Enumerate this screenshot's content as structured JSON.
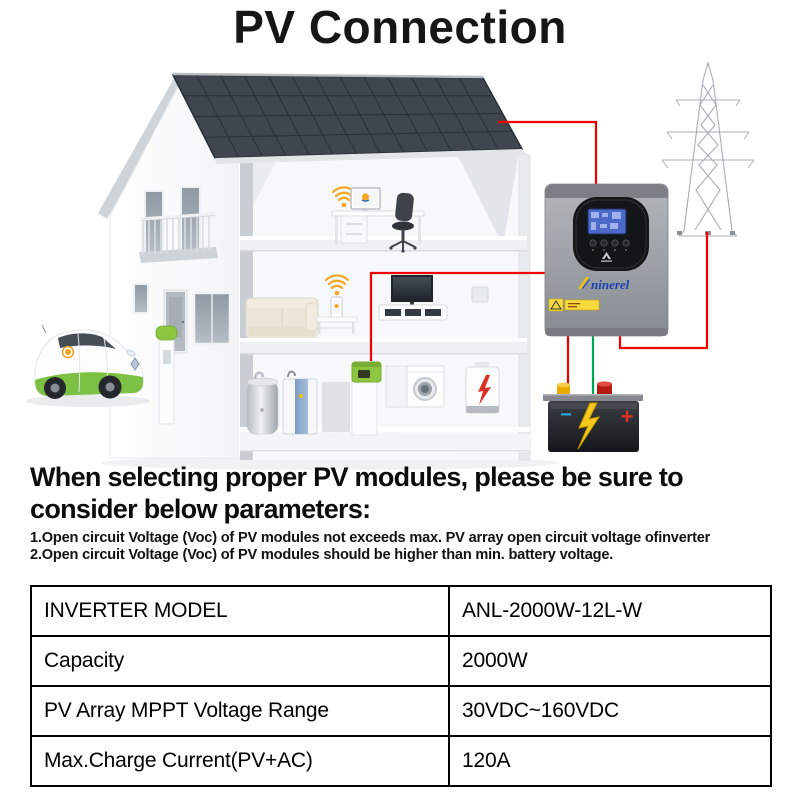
{
  "page": {
    "title": "PV Connection"
  },
  "advisory": {
    "heading": "When selecting proper PV modules, please be sure to\nconsider below parameters:",
    "notes": [
      "1.Open circuit Voltage (Voc) of PV modules not exceeds max. PV array open circuit voltage ofinverter",
      "2.Open circuit Voltage (Voc) of PV modules should be higher than min. battery voltage."
    ]
  },
  "spec_table": {
    "rows": [
      {
        "label": "INVERTER MODEL",
        "value": "ANL-2000W-12L-W"
      },
      {
        "label": "Capacity",
        "value": "2000W"
      },
      {
        "label": "PV Array MPPT Voltage Range",
        "value": "30VDC~160VDC"
      },
      {
        "label": "Max.Charge Current(PV+AC)",
        "value": "120A"
      }
    ]
  },
  "diagram": {
    "inverter": {
      "brand_text": "ninerel",
      "brand_icon": "lightning-A-logo"
    },
    "battery": {
      "plus": "+",
      "minus": "−"
    },
    "colors": {
      "wire_red": "#f20000",
      "wire_green": "#00a651",
      "roof_panel": "#3f464e",
      "eco_green": "#8dc63f",
      "wifi_orange": "#f7a61f",
      "brand_blue": "#1b3fae",
      "lcd_blue": "#4c68c8",
      "warning_yellow": "#f8da3c",
      "battery_plus_red": "#e23022",
      "battery_minus_blue": "#2aa7e0",
      "bolt_yellow": "#f8c81c"
    }
  }
}
